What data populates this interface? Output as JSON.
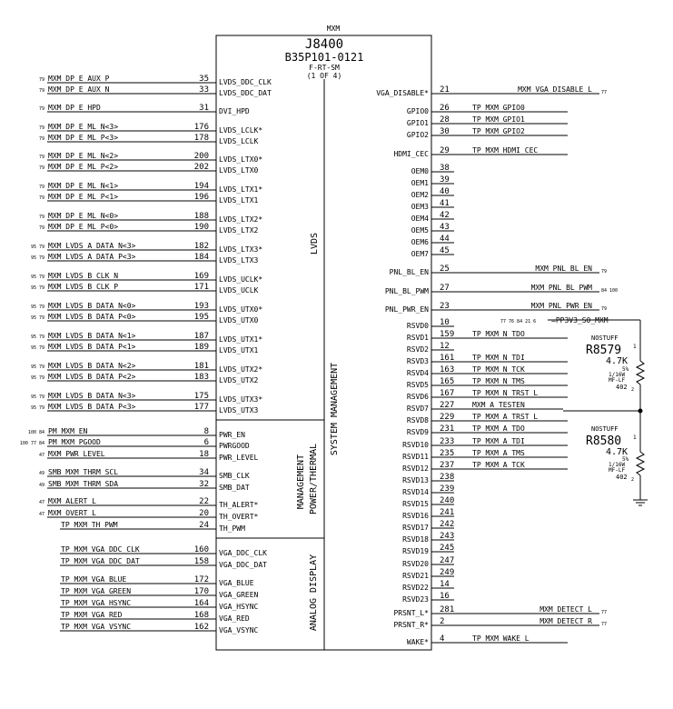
{
  "header": {
    "top_label": "MXM",
    "ref": "J8400",
    "part": "B35P101-0121",
    "type": "F-RT-SM",
    "sheet": "(1 OF 4)"
  },
  "sections": {
    "lvds": "LVDS",
    "sysmgmt": "SYSTEM MANAGEMENT",
    "power1": "MANAGEMENT",
    "power2": "POWER/THERMAL",
    "analog": "ANALOG DISPLAY"
  },
  "left_pins": [
    {
      "ref": "79",
      "net": "MXM_DP_E_AUX_P",
      "num": "35",
      "pin": "LVDS_DDC_CLK"
    },
    {
      "ref": "79",
      "net": "MXM_DP_E_AUX_N",
      "num": "33",
      "pin": "LVDS_DDC_DAT"
    },
    {
      "ref": "79",
      "net": "MXM_DP_E_HPD",
      "num": "31",
      "pin": "DVI_HPD"
    },
    {
      "ref": "79",
      "net": "MXM_DP_E_ML_N<3>",
      "num": "176",
      "pin": "LVDS_LCLK*"
    },
    {
      "ref": "79",
      "net": "MXM_DP_E_ML_P<3>",
      "num": "178",
      "pin": "LVDS_LCLK"
    },
    {
      "ref": "79",
      "net": "MXM_DP_E_ML_N<2>",
      "num": "200",
      "pin": "LVDS_LTX0*"
    },
    {
      "ref": "79",
      "net": "MXM_DP_E_ML_P<2>",
      "num": "202",
      "pin": "LVDS_LTX0"
    },
    {
      "ref": "79",
      "net": "MXM_DP_E_ML_N<1>",
      "num": "194",
      "pin": "LVDS_LTX1*"
    },
    {
      "ref": "79",
      "net": "MXM_DP_E_ML_P<1>",
      "num": "196",
      "pin": "LVDS_LTX1"
    },
    {
      "ref": "79",
      "net": "MXM_DP_E_ML_N<0>",
      "num": "188",
      "pin": "LVDS_LTX2*"
    },
    {
      "ref": "79",
      "net": "MXM_DP_E_ML_P<0>",
      "num": "190",
      "pin": "LVDS_LTX2"
    },
    {
      "ref": "95 79",
      "net": "MXM_LVDS_A_DATA_N<3>",
      "num": "182",
      "pin": "LVDS_LTX3*"
    },
    {
      "ref": "95 79",
      "net": "MXM_LVDS_A_DATA_P<3>",
      "num": "184",
      "pin": "LVDS_LTX3"
    },
    {
      "ref": "95 79",
      "net": "MXM_LVDS_B_CLK_N",
      "num": "169",
      "pin": "LVDS_UCLK*"
    },
    {
      "ref": "95 79",
      "net": "MXM_LVDS_B_CLK_P",
      "num": "171",
      "pin": "LVDS_UCLK"
    },
    {
      "ref": "95 79",
      "net": "MXM_LVDS_B_DATA_N<0>",
      "num": "193",
      "pin": "LVDS_UTX0*"
    },
    {
      "ref": "95 79",
      "net": "MXM_LVDS_B_DATA_P<0>",
      "num": "195",
      "pin": "LVDS_UTX0"
    },
    {
      "ref": "95 79",
      "net": "MXM_LVDS_B_DATA_N<1>",
      "num": "187",
      "pin": "LVDS_UTX1*"
    },
    {
      "ref": "95 79",
      "net": "MXM_LVDS_B_DATA_P<1>",
      "num": "189",
      "pin": "LVDS_UTX1"
    },
    {
      "ref": "95 79",
      "net": "MXM_LVDS_B_DATA_N<2>",
      "num": "181",
      "pin": "LVDS_UTX2*"
    },
    {
      "ref": "95 79",
      "net": "MXM_LVDS_B_DATA_P<2>",
      "num": "183",
      "pin": "LVDS_UTX2"
    },
    {
      "ref": "95 79",
      "net": "MXM_LVDS_B_DATA_N<3>",
      "num": "175",
      "pin": "LVDS_UTX3*"
    },
    {
      "ref": "95 79",
      "net": "MXM_LVDS_B_DATA_P<3>",
      "num": "177",
      "pin": "LVDS_UTX3"
    },
    {
      "ref": "100 84",
      "net": "PM_MXM_EN",
      "num": "8",
      "pin": "PWR_EN"
    },
    {
      "ref": "100 77 84",
      "net": "PM_MXM_PGOOD",
      "num": "6",
      "pin": "PWRGOOD"
    },
    {
      "ref": "47",
      "net": "MXM_PWR_LEVEL",
      "num": "18",
      "pin": "PWR_LEVEL"
    },
    {
      "ref": "49",
      "net": "SMB_MXM_THRM_SCL",
      "num": "34",
      "pin": "SMB_CLK"
    },
    {
      "ref": "49",
      "net": "SMB_MXM_THRM_SDA",
      "num": "32",
      "pin": "SMB_DAT"
    },
    {
      "ref": "47",
      "net": "MXM_ALERT_L",
      "num": "22",
      "pin": "TH_ALERT*"
    },
    {
      "ref": "47",
      "net": "MXM_OVERT_L",
      "num": "20",
      "pin": "TH_OVERT*"
    },
    {
      "ref": "",
      "net": "TP_MXM_TH_PWM",
      "num": "24",
      "pin": "TH_PWM"
    },
    {
      "ref": "",
      "net": "TP_MXM_VGA_DDC_CLK",
      "num": "160",
      "pin": "VGA_DDC_CLK"
    },
    {
      "ref": "",
      "net": "TP_MXM_VGA_DDC_DAT",
      "num": "158",
      "pin": "VGA_DDC_DAT"
    },
    {
      "ref": "",
      "net": "TP_MXM_VGA_BLUE",
      "num": "172",
      "pin": "VGA_BLUE"
    },
    {
      "ref": "",
      "net": "TP_MXM_VGA_GREEN",
      "num": "170",
      "pin": "VGA_GREEN"
    },
    {
      "ref": "",
      "net": "TP_MXM_VGA_HSYNC",
      "num": "164",
      "pin": "VGA_HSYNC"
    },
    {
      "ref": "",
      "net": "TP_MXM_VGA_RED",
      "num": "168",
      "pin": "VGA_RED"
    },
    {
      "ref": "",
      "net": "TP_MXM_VGA_VSYNC",
      "num": "162",
      "pin": "VGA_VSYNC"
    }
  ],
  "right_pins": [
    {
      "pin": "VGA_DISABLE*",
      "num": "21",
      "net": "MXM_VGA_DISABLE_L",
      "ref": "77"
    },
    {
      "pin": "GPIO0",
      "num": "26",
      "net": "TP_MXM_GPIO0",
      "ref": ""
    },
    {
      "pin": "GPIO1",
      "num": "28",
      "net": "TP_MXM_GPIO1",
      "ref": ""
    },
    {
      "pin": "GPIO2",
      "num": "30",
      "net": "TP_MXM_GPIO2",
      "ref": ""
    },
    {
      "pin": "HDMI_CEC",
      "num": "29",
      "net": "TP_MXM_HDMI_CEC",
      "ref": ""
    },
    {
      "pin": "OEM0",
      "num": "38",
      "net": "",
      "ref": ""
    },
    {
      "pin": "OEM1",
      "num": "39",
      "net": "",
      "ref": ""
    },
    {
      "pin": "OEM2",
      "num": "40",
      "net": "",
      "ref": ""
    },
    {
      "pin": "OEM3",
      "num": "41",
      "net": "",
      "ref": ""
    },
    {
      "pin": "OEM4",
      "num": "42",
      "net": "",
      "ref": ""
    },
    {
      "pin": "OEM5",
      "num": "43",
      "net": "",
      "ref": ""
    },
    {
      "pin": "OEM6",
      "num": "44",
      "net": "",
      "ref": ""
    },
    {
      "pin": "OEM7",
      "num": "45",
      "net": "",
      "ref": ""
    },
    {
      "pin": "PNL_BL_EN",
      "num": "25",
      "net": "MXM_PNL_BL_EN",
      "ref": "79"
    },
    {
      "pin": "PNL_BL_PWM",
      "num": "27",
      "net": "MXM_PNL_BL_PWM",
      "ref": "84 100"
    },
    {
      "pin": "PNL_PWR_EN",
      "num": "23",
      "net": "MXM_PNL_PWR_EN",
      "ref": "79"
    },
    {
      "pin": "RSVD0",
      "num": "10",
      "net": "",
      "ref": ""
    },
    {
      "pin": "RSVD1",
      "num": "159",
      "net": "TP_MXM_N_TDO",
      "ref": ""
    },
    {
      "pin": "RSVD2",
      "num": "12",
      "net": "",
      "ref": ""
    },
    {
      "pin": "RSVD3",
      "num": "161",
      "net": "TP_MXM_N_TDI",
      "ref": ""
    },
    {
      "pin": "RSVD4",
      "num": "163",
      "net": "TP_MXM_N_TCK",
      "ref": ""
    },
    {
      "pin": "RSVD5",
      "num": "165",
      "net": "TP_MXM_N_TMS",
      "ref": ""
    },
    {
      "pin": "RSVD6",
      "num": "167",
      "net": "TP_MXM_N_TRST_L",
      "ref": ""
    },
    {
      "pin": "RSVD7",
      "num": "227",
      "net": "MXM_A_TESTEN",
      "ref": ""
    },
    {
      "pin": "RSVD8",
      "num": "229",
      "net": "TP_MXM_A_TRST_L",
      "ref": ""
    },
    {
      "pin": "RSVD9",
      "num": "231",
      "net": "TP_MXM_A_TDO",
      "ref": ""
    },
    {
      "pin": "RSVD10",
      "num": "233",
      "net": "TP_MXM_A_TDI",
      "ref": ""
    },
    {
      "pin": "RSVD11",
      "num": "235",
      "net": "TP_MXM_A_TMS",
      "ref": ""
    },
    {
      "pin": "RSVD12",
      "num": "237",
      "net": "TP_MXM_A_TCK",
      "ref": ""
    },
    {
      "pin": "RSVD13",
      "num": "238",
      "net": "",
      "ref": ""
    },
    {
      "pin": "RSVD14",
      "num": "239",
      "net": "",
      "ref": ""
    },
    {
      "pin": "RSVD15",
      "num": "240",
      "net": "",
      "ref": ""
    },
    {
      "pin": "RSVD16",
      "num": "241",
      "net": "",
      "ref": ""
    },
    {
      "pin": "RSVD17",
      "num": "242",
      "net": "",
      "ref": ""
    },
    {
      "pin": "RSVD18",
      "num": "243",
      "net": "",
      "ref": ""
    },
    {
      "pin": "RSVD19",
      "num": "245",
      "net": "",
      "ref": ""
    },
    {
      "pin": "RSVD20",
      "num": "247",
      "net": "",
      "ref": ""
    },
    {
      "pin": "RSVD21",
      "num": "249",
      "net": "",
      "ref": ""
    },
    {
      "pin": "RSVD22",
      "num": "14",
      "net": "",
      "ref": ""
    },
    {
      "pin": "RSVD23",
      "num": "16",
      "net": "",
      "ref": ""
    },
    {
      "pin": "PRSNT_L*",
      "num": "281",
      "net": "MXM_DETECT_L",
      "ref": "77"
    },
    {
      "pin": "PRSNT_R*",
      "num": "2",
      "net": "MXM_DETECT_R",
      "ref": "77"
    },
    {
      "pin": "WAKE*",
      "num": "4",
      "net": "TP_MXM_WAKE_L",
      "ref": ""
    }
  ],
  "power_net": {
    "ref": "77 76 84 21 6",
    "label": "=PP3V3_S0_MXM"
  },
  "resistors": [
    {
      "stuff": "NOSTUFF",
      "ref": "R8579",
      "sup": "1",
      "value": "4.7K",
      "tol": "5%",
      "power": "1/16W",
      "pkg": "MF-LF",
      "size": "402",
      "pin2": "2"
    },
    {
      "stuff": "NOSTUFF",
      "ref": "R8580",
      "sup": "1",
      "value": "4.7K",
      "tol": "5%",
      "power": "1/16W",
      "pkg": "MF-LF",
      "size": "402",
      "pin2": "2"
    }
  ]
}
